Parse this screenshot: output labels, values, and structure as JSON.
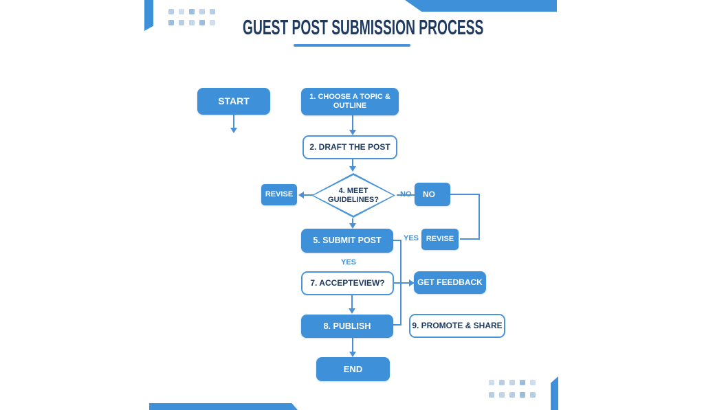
{
  "title": {
    "text": "GUEST POST SUBMISSION PROCESS"
  },
  "colors": {
    "node_blue": "#3e90d8",
    "outline_blue": "#4a94da",
    "title_navy": "#1f3a60",
    "connector_blue": "#4a90d8",
    "edge_label_blue": "#3e90d8"
  },
  "nodes": {
    "start": {
      "label": "START"
    },
    "step1": {
      "label": "1. CHOOSE A TOPIC & OUTLINE"
    },
    "step2": {
      "label": "2. DRAFT THE POST"
    },
    "step4": {
      "label": "4. MEET GUIDELINES?"
    },
    "revise_left": {
      "label": "REVISE"
    },
    "no_box": {
      "label": "NO"
    },
    "step5": {
      "label": "5. SUBMIT POST"
    },
    "revise_right": {
      "label": "REVISE"
    },
    "step7": {
      "label": "7. ACCEPTEVIEW?"
    },
    "get_feedback": {
      "label": "GET FEEDBACK"
    },
    "step8": {
      "label": "8. PUBLISH"
    },
    "step9": {
      "label": "9. PROMOTE & SHARE"
    },
    "end": {
      "label": "END"
    }
  },
  "edge_labels": {
    "no_branch": "NO",
    "yes_right": "YES",
    "yes_down": "YES"
  }
}
